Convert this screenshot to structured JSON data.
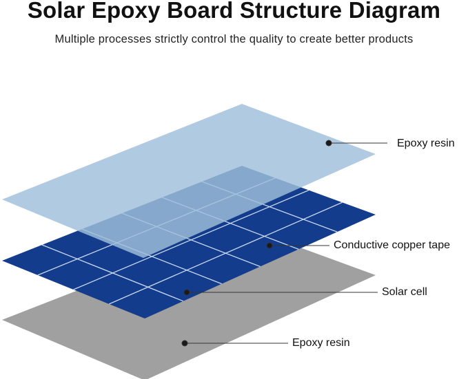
{
  "title": "Solar Epoxy Board Structure Diagram",
  "subtitle": "Multiple processes strictly control the quality to create better products",
  "layers": [
    {
      "label": "Epoxy resin",
      "color": "#9fbfdb"
    },
    {
      "label": "Conductive copper tape",
      "color": "#ffffff"
    },
    {
      "label": "Solar cell",
      "color": "#143c8c"
    },
    {
      "label": "Epoxy resin",
      "color": "#a0a0a0"
    }
  ]
}
